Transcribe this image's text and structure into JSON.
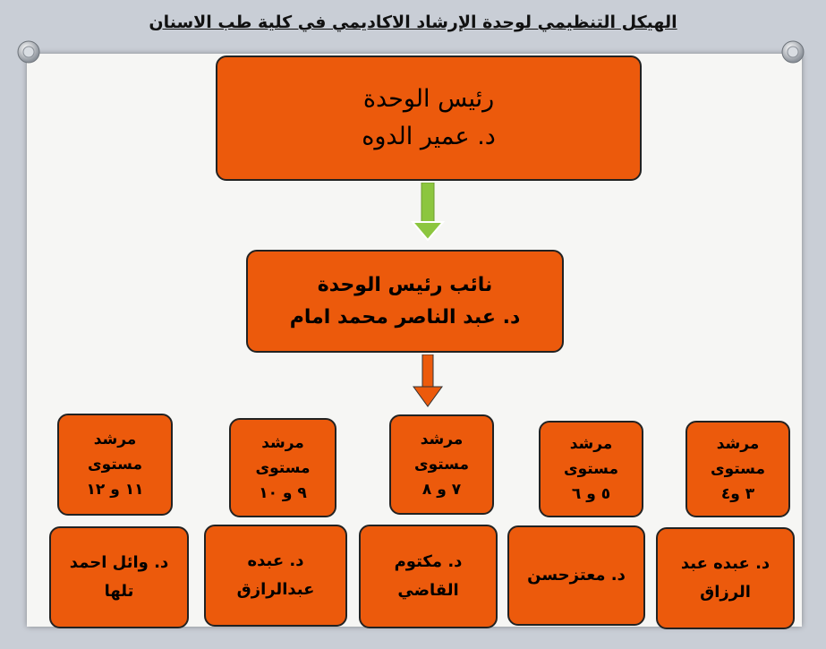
{
  "title": "الهيكل التنظيمي لوحدة الإرشاد الاكاديمي في كلية طب الاسنان",
  "head": {
    "line1": "رئيس  الوحدة",
    "line2": "د. عمير الدوه"
  },
  "deputy": {
    "line1": "نائب رئيس الوحدة",
    "line2": "د. عبد الناصر محمد امام"
  },
  "levels": [
    {
      "line1": "مرشد",
      "line2": "مستوى",
      "line3": "٣ و٤"
    },
    {
      "line1": "مرشد",
      "line2": "مستوى",
      "line3": "٥ و ٦"
    },
    {
      "line1": "مرشد",
      "line2": "مستوى",
      "line3": "٧ و ٨"
    },
    {
      "line1": "مرشد",
      "line2": "مستوى",
      "line3": "٩ و ١٠"
    },
    {
      "line1": "مرشد",
      "line2": "مستوى",
      "line3": "١١ و ١٢"
    }
  ],
  "advisors": [
    {
      "line1": "د. عبده عبد",
      "line2": "الرزاق"
    },
    {
      "line1": "د. معتزحسن",
      "line2": ""
    },
    {
      "line1": "د. مكتوم",
      "line2": "القاضي"
    },
    {
      "line1": "د. عبده",
      "line2": "عبدالرازق"
    },
    {
      "line1": "د. وائل احمد",
      "line2": "تلها"
    }
  ],
  "colors": {
    "box_fill": "#ec5a0c",
    "arrow_green": "#8cc63f",
    "arrow_orange": "#ec5a0c"
  }
}
